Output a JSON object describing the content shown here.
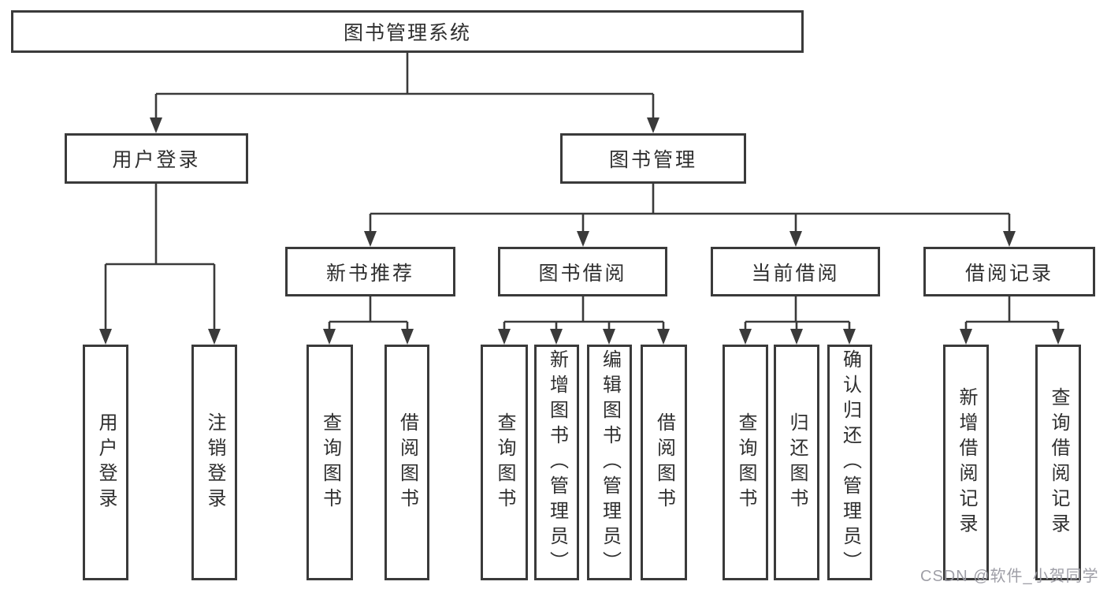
{
  "diagram": {
    "title": "图书管理系统",
    "level2": [
      "用户登录",
      "图书管理"
    ],
    "level3": [
      "新书推荐",
      "图书借阅",
      "当前借阅",
      "借阅记录"
    ],
    "leaves_user_login": [
      "用户登录",
      "注销登录"
    ],
    "leaves_new_book": [
      "查询图书",
      "借阅图书"
    ],
    "leaves_book_borrow": [
      "查询图书",
      "新增图书（管理员）",
      "编辑图书（管理员）",
      "借阅图书"
    ],
    "leaves_current_borrow": [
      "查询图书",
      "归还图书",
      "确认归还（管理员）"
    ],
    "leaves_borrow_records": [
      "新增借阅记录",
      "查询借阅记录"
    ],
    "watermark": "CSDN @软件_小贺同学",
    "colors": {
      "line": "#3a3a3a",
      "text": "#2f2f2f",
      "background": "#ffffff",
      "watermark": "#9a9aa2"
    }
  }
}
